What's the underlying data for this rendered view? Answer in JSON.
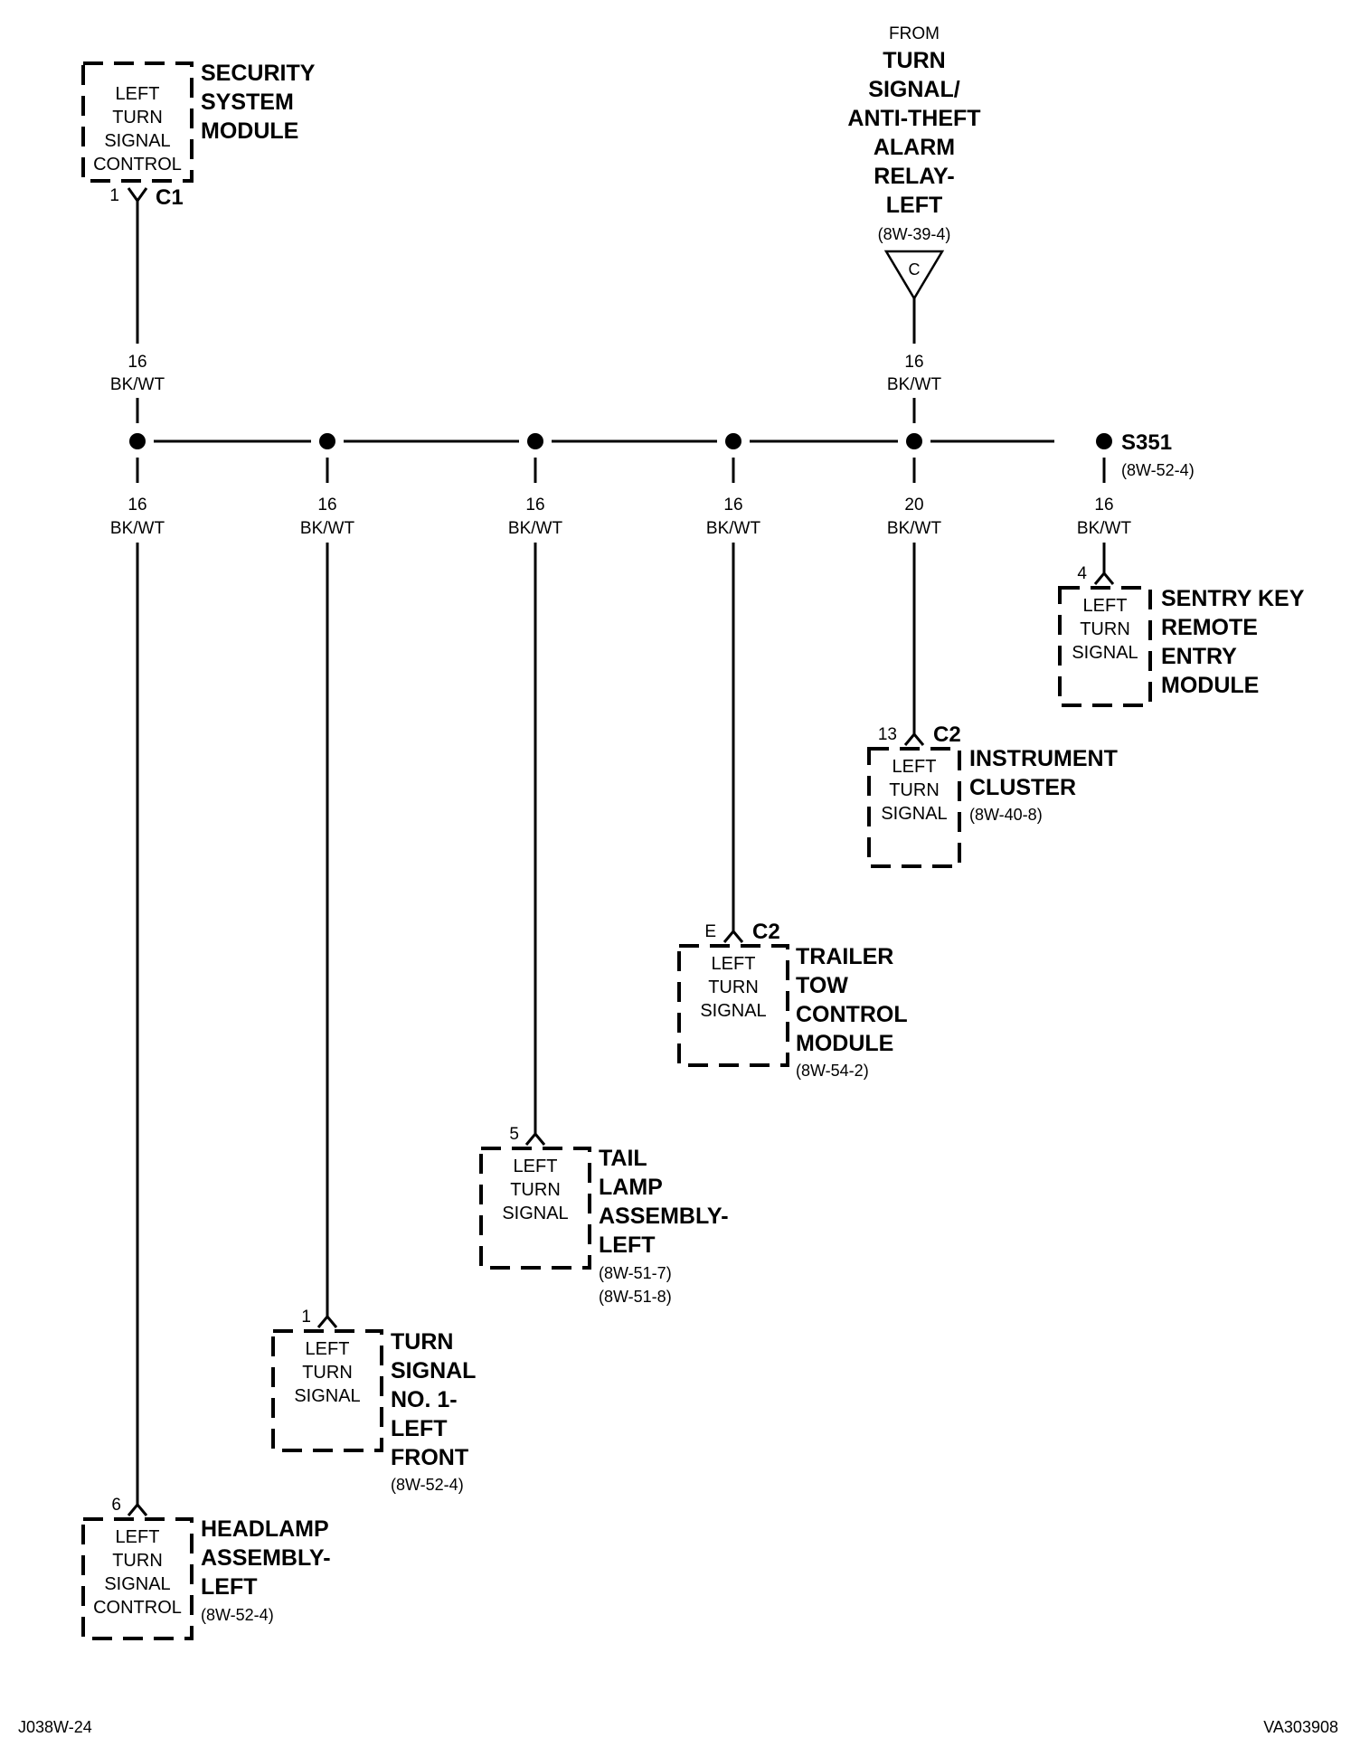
{
  "source": {
    "from": "FROM",
    "name_lines": [
      "TURN",
      "SIGNAL/",
      "ANTI-THEFT",
      "ALARM",
      "RELAY-",
      "LEFT"
    ],
    "ref": "(8W-39-4)",
    "connector": "C",
    "wire_gauge": "16",
    "wire_color": "BK/WT"
  },
  "security_module": {
    "box_lines": [
      "LEFT",
      "TURN",
      "SIGNAL",
      "CONTROL"
    ],
    "name_lines": [
      "SECURITY",
      "SYSTEM",
      "MODULE"
    ],
    "pin": "1",
    "connector": "C1",
    "wire_gauge": "16",
    "wire_color": "BK/WT"
  },
  "splice": {
    "id": "S351",
    "ref": "(8W-52-4)"
  },
  "branches": [
    {
      "gauge": "16",
      "color": "BK/WT"
    },
    {
      "gauge": "16",
      "color": "BK/WT"
    },
    {
      "gauge": "16",
      "color": "BK/WT"
    },
    {
      "gauge": "16",
      "color": "BK/WT"
    },
    {
      "gauge": "20",
      "color": "BK/WT"
    },
    {
      "gauge": "16",
      "color": "BK/WT"
    }
  ],
  "components": {
    "headlamp": {
      "pin": "6",
      "box_lines": [
        "LEFT",
        "TURN",
        "SIGNAL",
        "CONTROL"
      ],
      "name_lines": [
        "HEADLAMP",
        "ASSEMBLY-",
        "LEFT"
      ],
      "refs": [
        "(8W-52-4)"
      ]
    },
    "turn_signal_front": {
      "pin": "1",
      "box_lines": [
        "LEFT",
        "TURN",
        "SIGNAL"
      ],
      "name_lines": [
        "TURN",
        "SIGNAL",
        "NO. 1-",
        "LEFT",
        "FRONT"
      ],
      "refs": [
        "(8W-52-4)"
      ]
    },
    "tail_lamp": {
      "pin": "5",
      "box_lines": [
        "LEFT",
        "TURN",
        "SIGNAL"
      ],
      "name_lines": [
        "TAIL",
        "LAMP",
        "ASSEMBLY-",
        "LEFT"
      ],
      "refs": [
        "(8W-51-7)",
        "(8W-51-8)"
      ]
    },
    "trailer_tow": {
      "pin": "E",
      "connector": "C2",
      "box_lines": [
        "LEFT",
        "TURN",
        "SIGNAL"
      ],
      "name_lines": [
        "TRAILER",
        "TOW",
        "CONTROL",
        "MODULE"
      ],
      "refs": [
        "(8W-54-2)"
      ]
    },
    "instrument_cluster": {
      "pin": "13",
      "connector": "C2",
      "box_lines": [
        "LEFT",
        "TURN",
        "SIGNAL"
      ],
      "name_lines": [
        "INSTRUMENT",
        "CLUSTER"
      ],
      "refs": [
        "(8W-40-8)"
      ]
    },
    "sentry_key": {
      "pin": "4",
      "box_lines": [
        "LEFT",
        "TURN",
        "SIGNAL"
      ],
      "name_lines": [
        "SENTRY KEY",
        "REMOTE",
        "ENTRY",
        "MODULE"
      ],
      "refs": []
    }
  },
  "footer": {
    "left": "J038W-24",
    "right": "VA303908"
  }
}
